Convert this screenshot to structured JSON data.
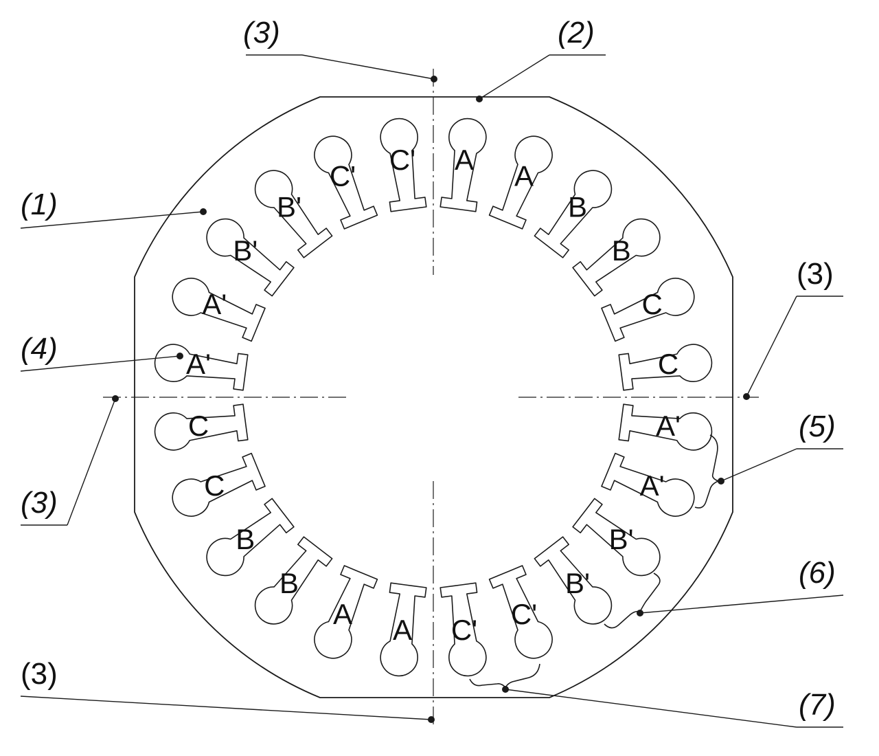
{
  "callouts": {
    "c1": "(1)",
    "c2": "(2)",
    "c3_top": "(3)",
    "c3_right": "(3)",
    "c3_left": "(3)",
    "c3_bottom": "(3)",
    "c4": "(4)",
    "c5": "(5)",
    "c6": "(6)",
    "c7": "(7)"
  },
  "slots": {
    "labels": [
      "A",
      "A",
      "B",
      "B",
      "C",
      "C",
      "A'",
      "A'",
      "B'",
      "B'",
      "C'",
      "C'",
      "A",
      "A",
      "B",
      "B",
      "C",
      "C",
      "A'",
      "A'",
      "B'",
      "B'",
      "C'",
      "C'"
    ]
  },
  "colors": {
    "ink": "#1a1a1a",
    "background": "#ffffff"
  }
}
